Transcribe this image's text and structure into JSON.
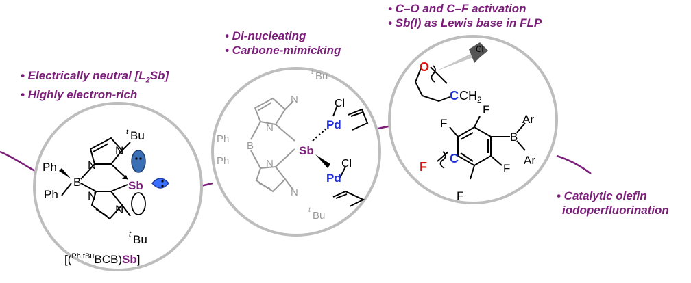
{
  "colors": {
    "purple": "#7b1e7a",
    "circle_gray": "#bdbdbd",
    "pd_blue": "#1f2fd6",
    "oxygen_red": "#e01010",
    "carbon_blue": "#1f2fd6",
    "light_gray_structure": "#9a9a9a"
  },
  "panel1": {
    "bullet1": "• Electrically neutral [L",
    "bullet1_sub": "2",
    "bullet1_end": "Sb]",
    "bullet2": "• Highly electron-rich",
    "atoms": {
      "tBu_top": "Bu",
      "t_top": "t",
      "tBu_bottom": "Bu",
      "t_bottom": "t",
      "N": "N",
      "B": "B",
      "Ph": "Ph",
      "Sb": "Sb"
    },
    "caption_open": "[(",
    "caption_sup": "Ph,tBu",
    "caption_mid": "BCB)",
    "caption_sb": "Sb",
    "caption_close": "]"
  },
  "panel2": {
    "bullet1": "• Di-nucleating",
    "bullet2": "• Carbone-mimicking",
    "atoms": {
      "Pd": "Pd",
      "Cl": "Cl",
      "Sb": "Sb",
      "N": "N",
      "B": "B",
      "Ph": "Ph",
      "tBu": "Bu",
      "t": "t"
    }
  },
  "panel3": {
    "bullet1": "• C–O and C–F activation",
    "bullet2": "• Sb(I) as Lewis base in FLP",
    "atoms": {
      "O": "O",
      "C": "C",
      "CH2": "CH",
      "CH2_sub": "2",
      "F": "F",
      "B": "B",
      "Ar": "Ar",
      "Cl": "Cl"
    }
  },
  "panel4": {
    "bullet1": "• Catalytic olefin",
    "bullet2": "iodoperfluorination"
  }
}
